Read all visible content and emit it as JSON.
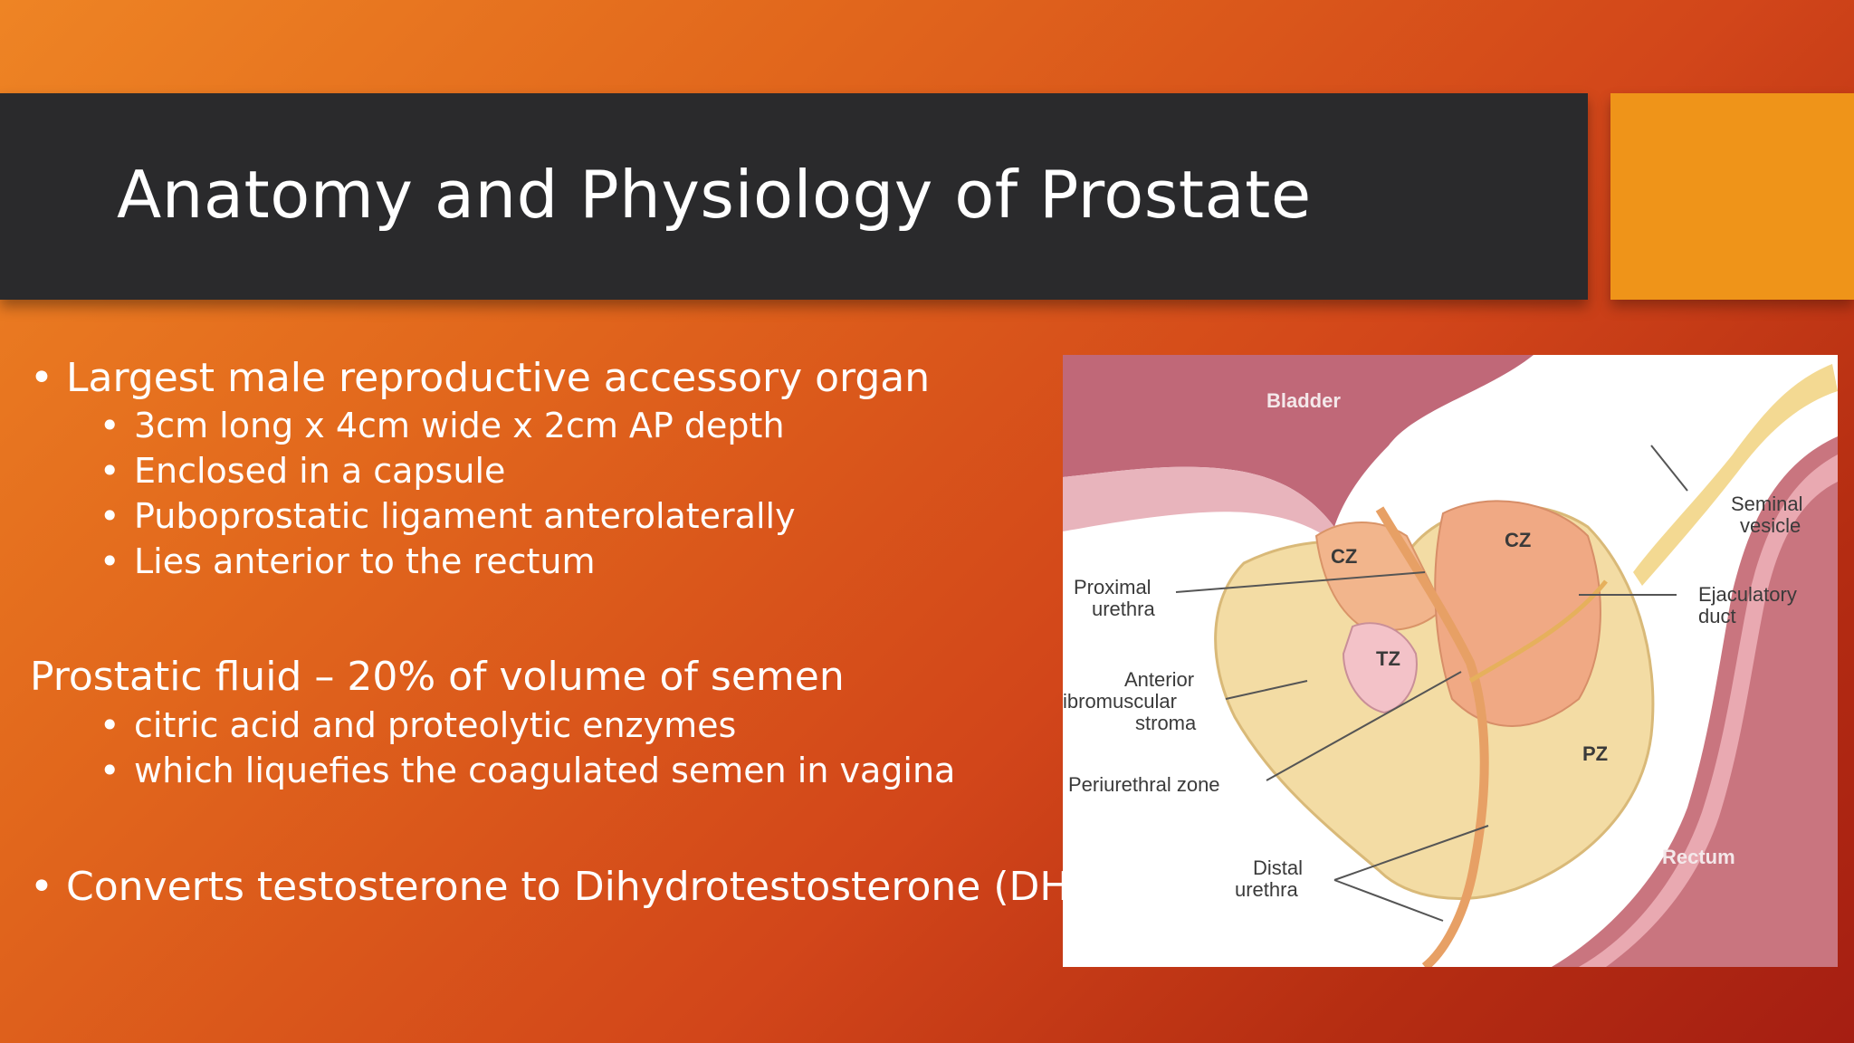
{
  "slide": {
    "title": "Anatomy and Physiology of Prostate",
    "sections": {
      "s1_main": "Largest male reproductive accessory organ",
      "s1_subs": [
        "3cm long x 4cm wide x 2cm AP depth",
        "Enclosed in a capsule",
        "Puboprostatic ligament  anterolaterally",
        "Lies anterior to the rectum"
      ],
      "s2_main": "Prostatic fluid – 20% of volume of semen",
      "s2_subs": [
        "citric acid and proteolytic enzymes",
        "which liquefies the coagulated semen in vagina"
      ],
      "s3_main": "Converts testosterone to Dihydrotestosterone (DHT)."
    },
    "bullet_char": "•"
  },
  "diagram": {
    "labels": {
      "bladder": "Bladder",
      "seminal_vesicle_1": "Seminal",
      "seminal_vesicle_2": "vesicle",
      "cz_left": "CZ",
      "cz_right": "CZ",
      "proximal_urethra_1": "Proximal",
      "proximal_urethra_2": "urethra",
      "ejaculatory_duct_1": "Ejaculatory",
      "ejaculatory_duct_2": "duct",
      "tz": "TZ",
      "anterior_stroma_1": "Anterior",
      "anterior_stroma_2": "ibromuscular",
      "anterior_stroma_3": "stroma",
      "pz": "PZ",
      "periurethral_zone": "Periurethral zone",
      "rectum": "Rectum",
      "distal_urethra_1": "Distal",
      "distal_urethra_2": "urethra"
    }
  },
  "colors": {
    "title_bar": "#2a2a2c",
    "accent": "#ef9419",
    "text": "#ffffff"
  }
}
